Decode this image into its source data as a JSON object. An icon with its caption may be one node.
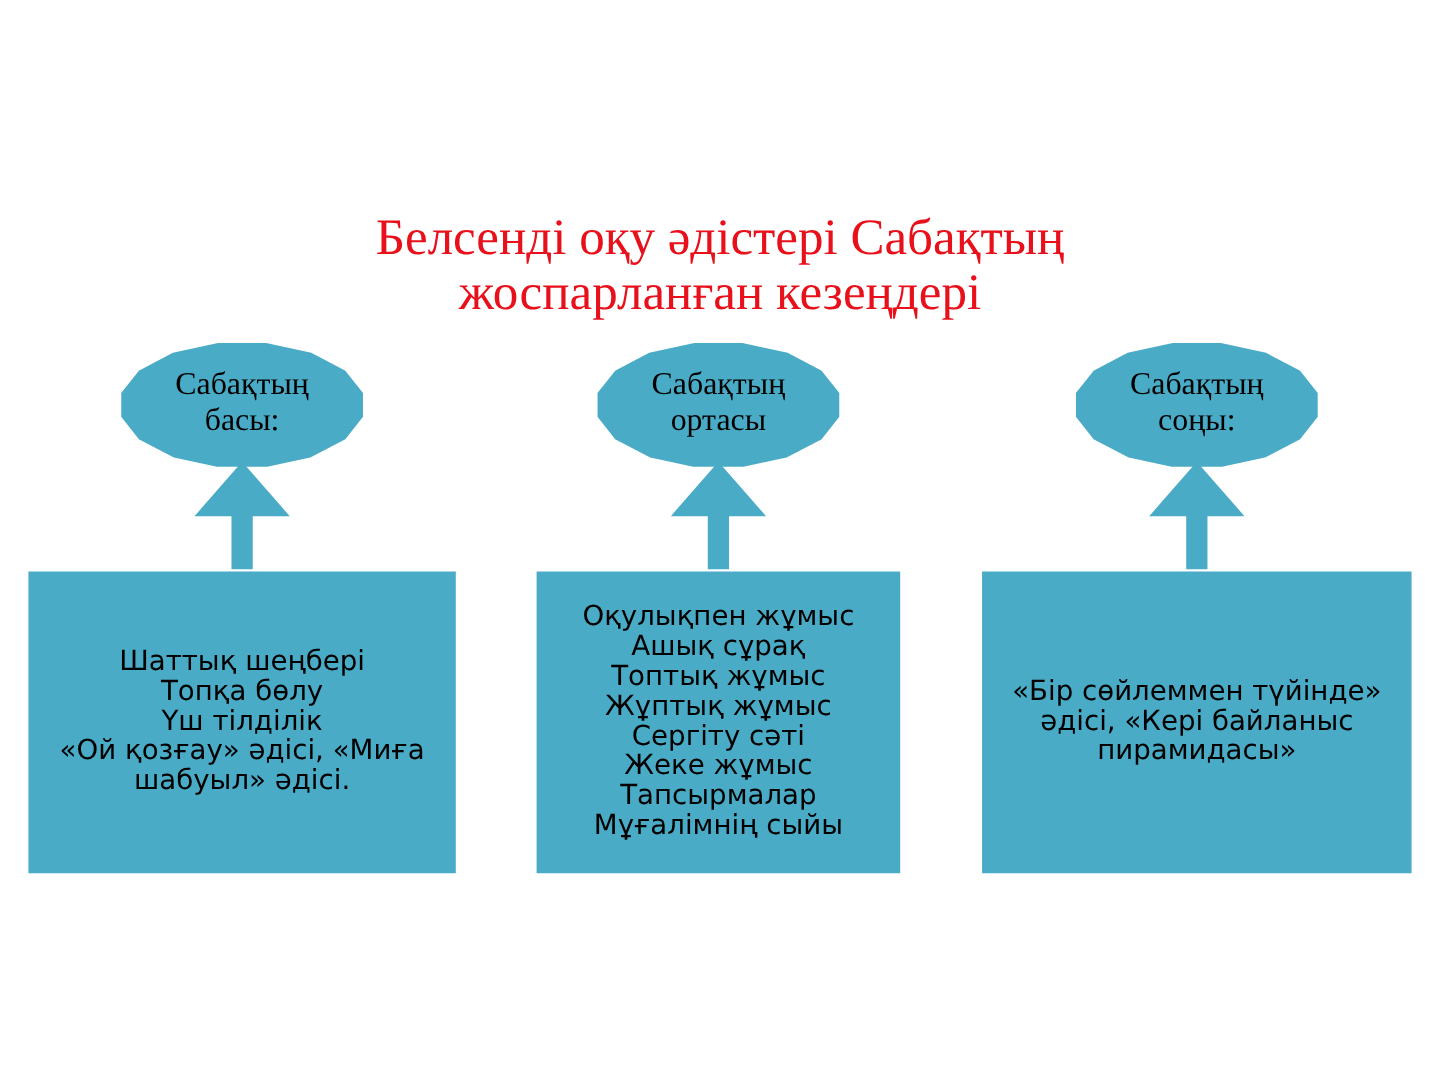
{
  "diagram": {
    "title": "Белсенді оқу әдістері Сабақтың жоспарланған кезеңдері",
    "nodes": [
      {
        "text": [
          "Сабақтың басы:"
        ]
      },
      {
        "text": [
          "Сабақтың ортасы"
        ]
      },
      {
        "text": [
          "Сабақтың соңы:"
        ]
      },
      {
        "text": [
          "Шаттық шеңбері",
          "Топқа бөлу",
          "Үш тілділік",
          "«Ой қозғау» әдісі, «Миға шабуыл» әдісі."
        ]
      },
      {
        "text": [
          "Оқулықпен жұмыс",
          "Ашық сұрақ",
          "Топтық жұмыс",
          "Жұптық жұмыс",
          "Сергіту сәті",
          "Жеке жұмыс",
          "Тапсырмалар",
          "Мұғалімнің сыйы"
        ]
      },
      {
        "text": [
          "«Бір сөйлеммен түйінде» әдісі, «Кері байланыс пирамидасы»"
        ]
      }
    ],
    "edges": [
      {
        "from": 3,
        "to": 0,
        "arrow": "to"
      },
      {
        "from": 4,
        "to": 1,
        "arrow": "to"
      },
      {
        "from": 5,
        "to": 2,
        "arrow": "to"
      }
    ]
  }
}
